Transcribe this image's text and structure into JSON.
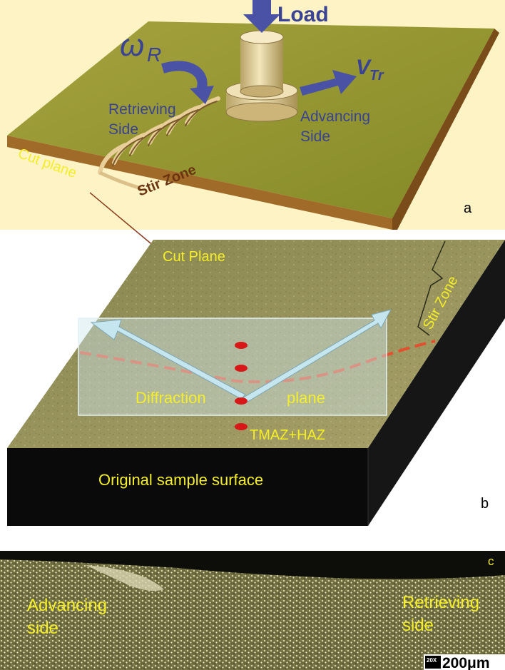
{
  "panel_a": {
    "load_label": "Load",
    "omega_symbol": "ω",
    "omega_subscript": "R",
    "velocity_symbol": "V",
    "velocity_subscript": "Tr",
    "retrieving_line1": "Retrieving",
    "retrieving_line2": "Side",
    "advancing_line1": "Advancing",
    "advancing_line2": "Side",
    "cut_plane": "Cut plane",
    "stir_zone": "Stir Zone",
    "panel_letter": "a"
  },
  "panel_b": {
    "cut_plane": "Cut Plane",
    "stir_zone": "Stir Zone",
    "diffraction_word1": "Diffraction",
    "diffraction_word2": "plane",
    "tmaz_haz": "TMAZ+HAZ",
    "original_surface": "Original sample surface",
    "panel_letter": "b"
  },
  "panel_c": {
    "advancing_line1": "Advancing",
    "advancing_line2": "side",
    "retrieving_line1": "Retrieving",
    "retrieving_line2": "side",
    "magnification": "20X",
    "scale_bar": "200μm",
    "panel_letter": "c"
  },
  "colors": {
    "panel_a_background": "#fdf3c4",
    "plate_top": "#93962e",
    "plate_front": "#a06a28",
    "tool": "#e9d7a2",
    "arrow_blue": "#4a52a6",
    "label_yellow": "#f4ee28",
    "label_brown": "#6b3410",
    "dashed_line": "#e35030",
    "diffraction_arrow": "#c5e6ef",
    "measurement_point": "#d81818"
  }
}
